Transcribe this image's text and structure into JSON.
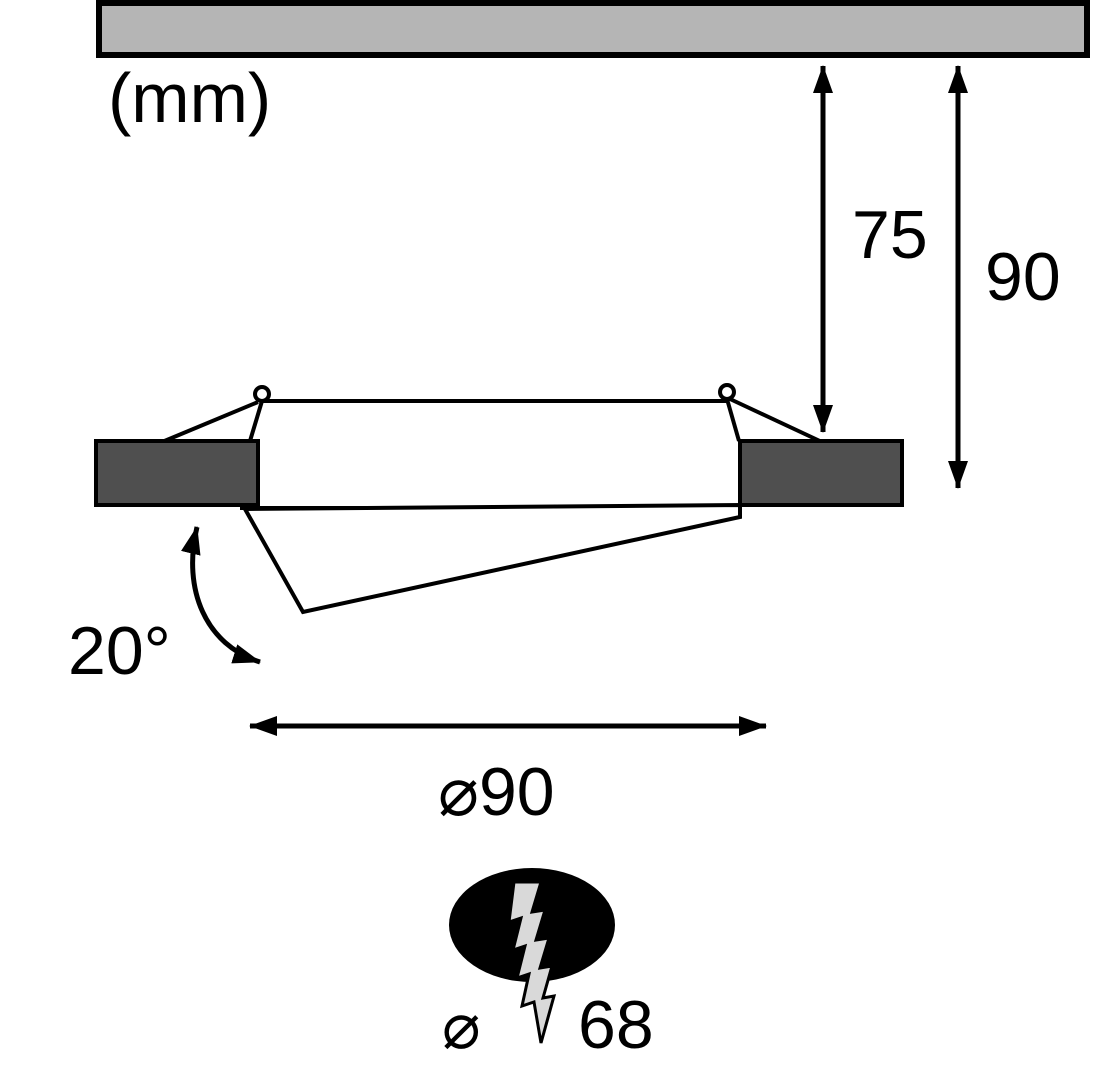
{
  "unit_label": "(mm)",
  "dimensions": {
    "recess_depth": "75",
    "total_depth": "90",
    "outer_diameter": "⌀90",
    "tilt_angle": "20°",
    "cutout_symbol": "⌀",
    "cutout_value": "68"
  },
  "colors": {
    "ceiling_fill": "#b5b5b5",
    "flange_fill": "#4f4f4f",
    "bolt_fill": "#d9d9d9",
    "line": "#000000",
    "cutout_fill": "#000000",
    "white": "#ffffff"
  }
}
